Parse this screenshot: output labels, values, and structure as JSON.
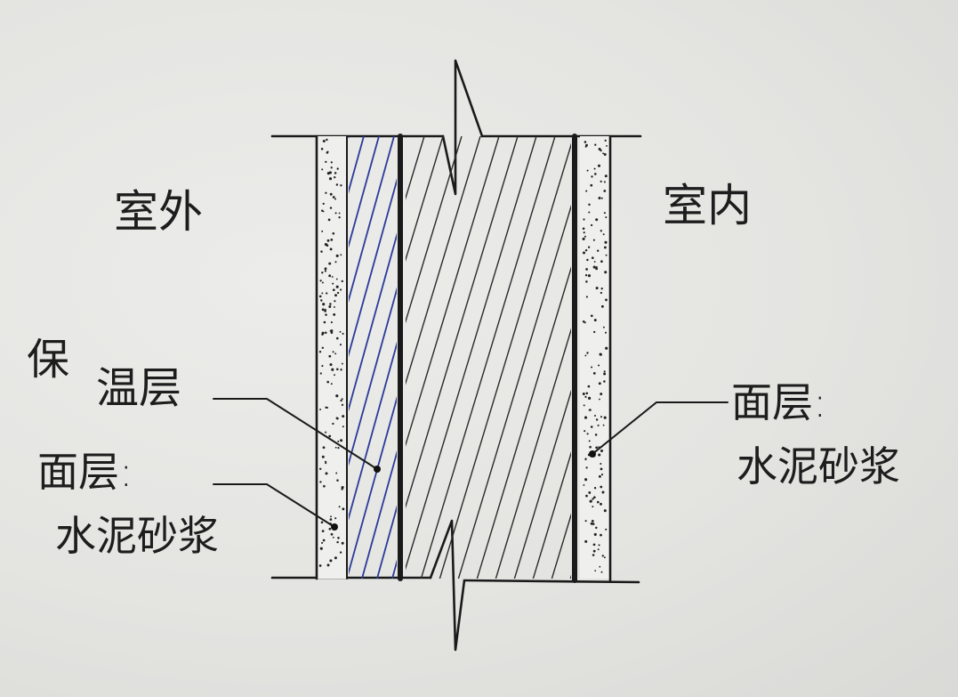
{
  "labels": {
    "outdoor": "室外",
    "indoor": "室内",
    "insulation_line1": "保",
    "insulation_line2": "温层",
    "outer_finish_line1": "面层:",
    "outer_finish_line2": "水泥砂浆",
    "inner_finish_line1": "面层:",
    "inner_finish_line2": "水泥砂浆"
  },
  "colors": {
    "ink": "#1a1a1a",
    "insulation_hatch": "#2b3a9a",
    "paper": "#e6e6e3"
  }
}
